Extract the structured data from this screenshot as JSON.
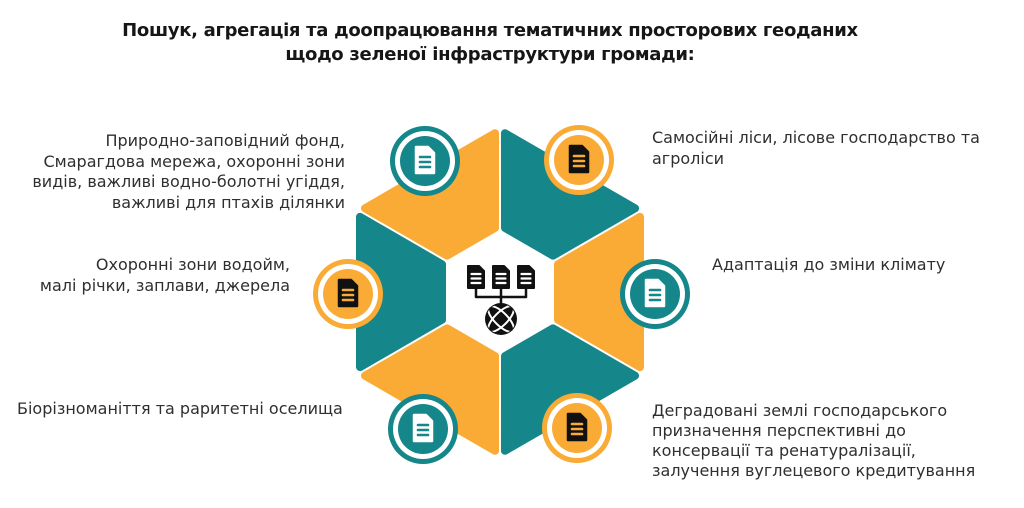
{
  "title": {
    "lines": [
      "Пошук, агрегація та доопрацювання тематичних просторових геоданих",
      "щодо зеленої інфраструктури громади:"
    ]
  },
  "colors": {
    "teal": "#15868a",
    "orange": "#f9ab36",
    "text": "#2f2f2f",
    "title": "#161616"
  },
  "center_icon": "database-network-globe-icon",
  "items": [
    {
      "position": "top-left",
      "segment_color": "orange",
      "badge_color": "teal",
      "icon": "document-icon",
      "lines": [
        "Природно-заповідний фонд,",
        "Смарагдова мережа, охоронні зони",
        "видів, важливі водно-болотні угіддя,",
        "важливі для птахів ділянки"
      ]
    },
    {
      "position": "top-right",
      "segment_color": "teal",
      "badge_color": "orange",
      "icon": "document-icon",
      "lines": [
        "Самосійні ліси, лісове господарство та",
        "агроліси"
      ]
    },
    {
      "position": "left",
      "segment_color": "teal",
      "badge_color": "orange",
      "icon": "document-icon",
      "lines": [
        "Охоронні зони водойм,",
        "малі річки, заплави, джерела"
      ]
    },
    {
      "position": "right",
      "segment_color": "orange",
      "badge_color": "teal",
      "icon": "document-icon",
      "lines": [
        "Адаптація до зміни клімату"
      ]
    },
    {
      "position": "bottom-left",
      "segment_color": "orange",
      "badge_color": "teal",
      "icon": "document-icon",
      "lines": [
        "Біорізноманіття та раритетні оселища"
      ]
    },
    {
      "position": "bottom-right",
      "segment_color": "teal",
      "badge_color": "orange",
      "icon": "document-icon",
      "lines": [
        "Деградовані землі господарського",
        "призначення перспективні до",
        "консервації та ренатуралізації,",
        "залучення вуглецевого кредитування"
      ]
    }
  ]
}
